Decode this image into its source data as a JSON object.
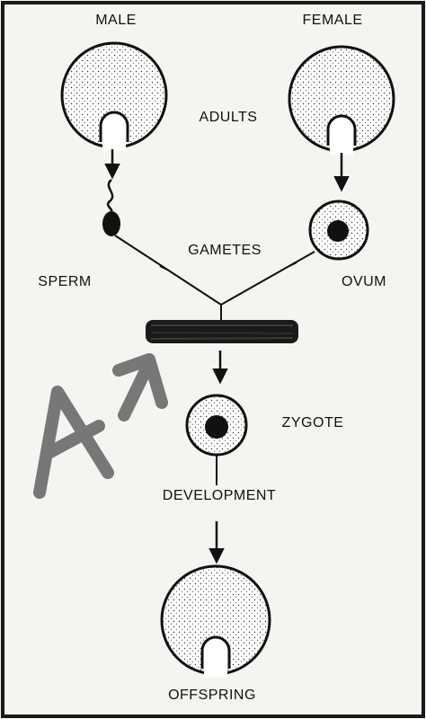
{
  "labels": {
    "male": "MALE",
    "female": "FEMALE",
    "adults": "ADULTS",
    "gametes": "GAMETES",
    "sperm": "SPERM",
    "ovum": "OVUM",
    "zygote": "ZYGOTE",
    "development": "DEVELOPMENT",
    "offspring": "OFFSPRING"
  },
  "annotation": {
    "handwritten_mark": "A",
    "color": "#6d6d6d"
  },
  "colors": {
    "ink": "#111111",
    "redaction": "#1a1a1a",
    "frame": "#1a1a1a"
  }
}
